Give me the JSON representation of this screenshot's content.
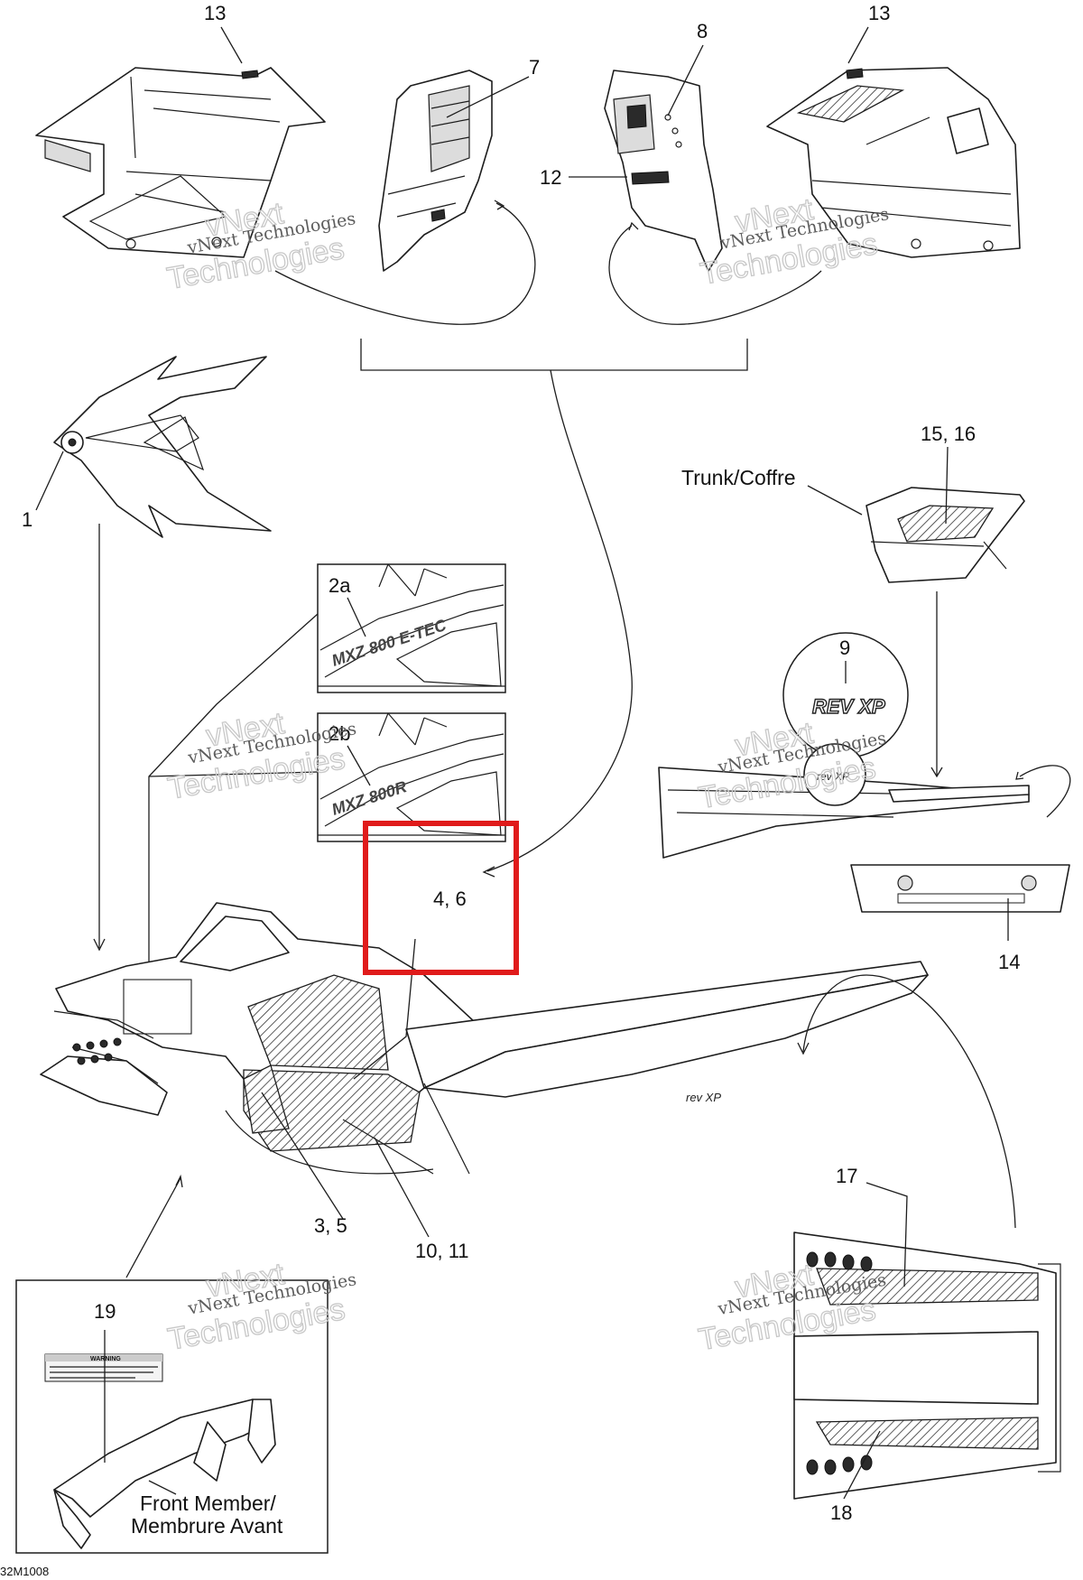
{
  "callouts": {
    "c13_left": "13",
    "c7": "7",
    "c8": "8",
    "c13_right": "13",
    "c12": "12",
    "c1": "1",
    "c15_16": "15, 16",
    "c2a": "2a",
    "c2b": "2b",
    "c9": "9",
    "c4_6": "4, 6",
    "c14": "14",
    "c3_5": "3, 5",
    "c10_11": "10, 11",
    "c17": "17",
    "c19": "19",
    "c18": "18"
  },
  "labels": {
    "trunk": "Trunk/Coffre",
    "front_member_line1": "Front Member/",
    "front_member_line2": "Membrure Avant",
    "warning": "WARNING",
    "decal_rev": "REV XP"
  },
  "watermark": {
    "line1": "vNext",
    "line2": "vNext Technologies",
    "line3": "Technologies"
  },
  "footer": {
    "figure_code": "32M1008"
  },
  "highlight": {
    "color": "#e01b1b"
  }
}
